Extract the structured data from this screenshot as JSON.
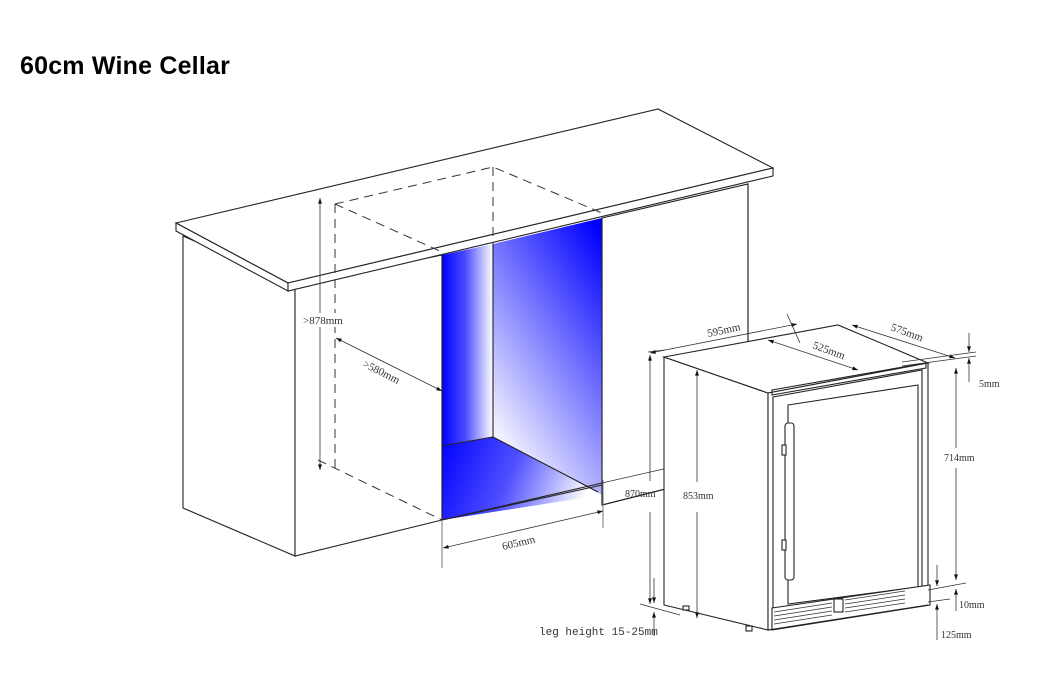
{
  "title": "60cm Wine Cellar",
  "colors": {
    "cavity_blue": "#0000ff",
    "cavity_light": "#ffffff",
    "line": "#222222",
    "label": "#333333"
  },
  "cabinet": {
    "labels": {
      "height": ">878mm",
      "depth": ">580mm",
      "width": "605mm"
    }
  },
  "appliance": {
    "labels": {
      "width": "595mm",
      "depth_body": "525mm",
      "depth_total": "575mm",
      "top_gap": "5mm",
      "door_height": "714mm",
      "height_total": "870mm",
      "height_body": "853mm",
      "plinth_gap": "10mm",
      "plinth_height": "125mm",
      "leg_height": "leg height 15-25mm"
    }
  }
}
